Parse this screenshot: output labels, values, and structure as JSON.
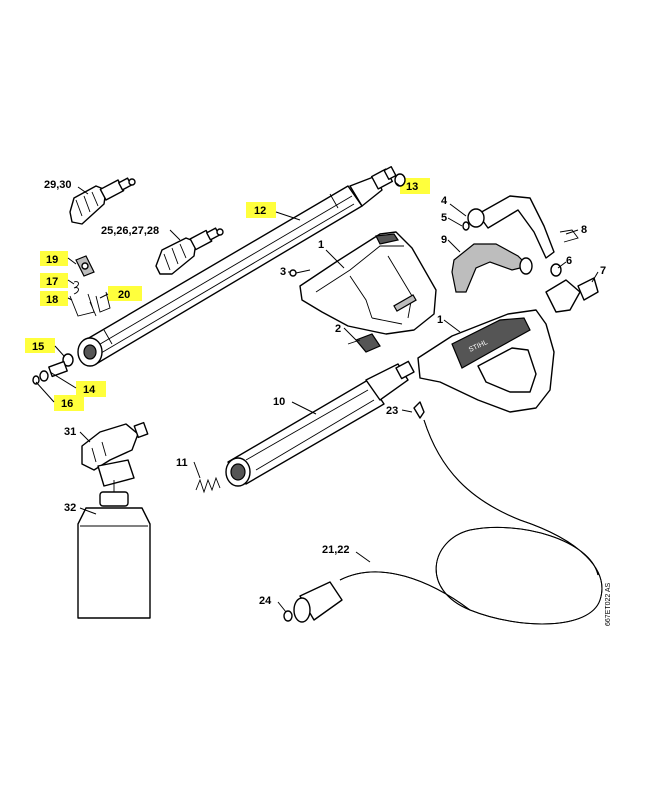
{
  "diagram": {
    "highlight_color": "#ffff3c",
    "doc_code": "667ET022 AS",
    "labels": {
      "p29_30": "29,30",
      "p25_28": "25,26,27,28",
      "p12": "12",
      "p13": "13",
      "p19": "19",
      "p17": "17",
      "p18": "18",
      "p20": "20",
      "p15": "15",
      "p14": "14",
      "p16": "16",
      "p1a": "1",
      "p3": "3",
      "p2": "2",
      "p4": "4",
      "p5": "5",
      "p9": "9",
      "p8": "8",
      "p6": "6",
      "p7": "7",
      "p1b": "1",
      "p10": "10",
      "p23": "23",
      "p11": "11",
      "p31": "31",
      "p32": "32",
      "p21_22": "21,22",
      "p24": "24"
    },
    "highlighted_parts": [
      "12",
      "13",
      "14",
      "15",
      "16",
      "17",
      "18",
      "19",
      "20"
    ]
  }
}
